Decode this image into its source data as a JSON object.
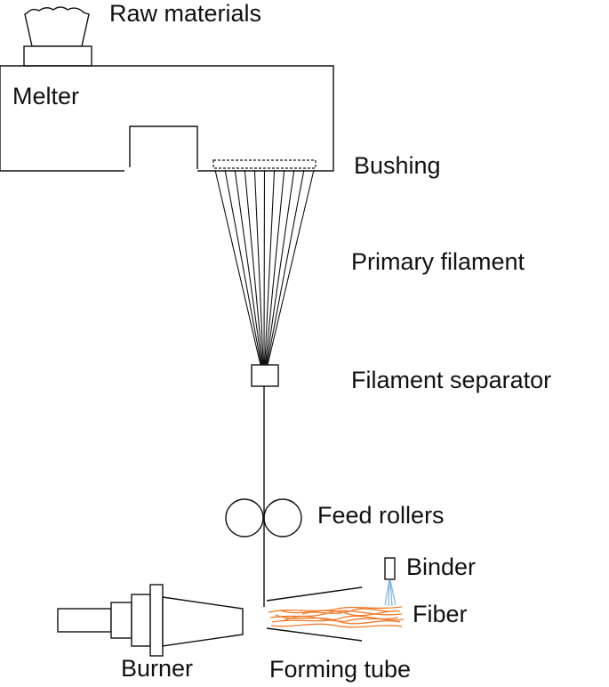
{
  "labels": {
    "raw_materials": "Raw materials",
    "melter": "Melter",
    "bushing": "Bushing",
    "primary_filament": "Primary filament",
    "filament_separator": "Filament separator",
    "feed_rollers": "Feed rollers",
    "binder": "Binder",
    "fiber": "Fiber",
    "burner": "Burner",
    "forming_tube": "Forming tube"
  },
  "colors": {
    "line": "#111111",
    "fiber": "#f07d2c",
    "binder_spray": "#7fb2e0"
  }
}
